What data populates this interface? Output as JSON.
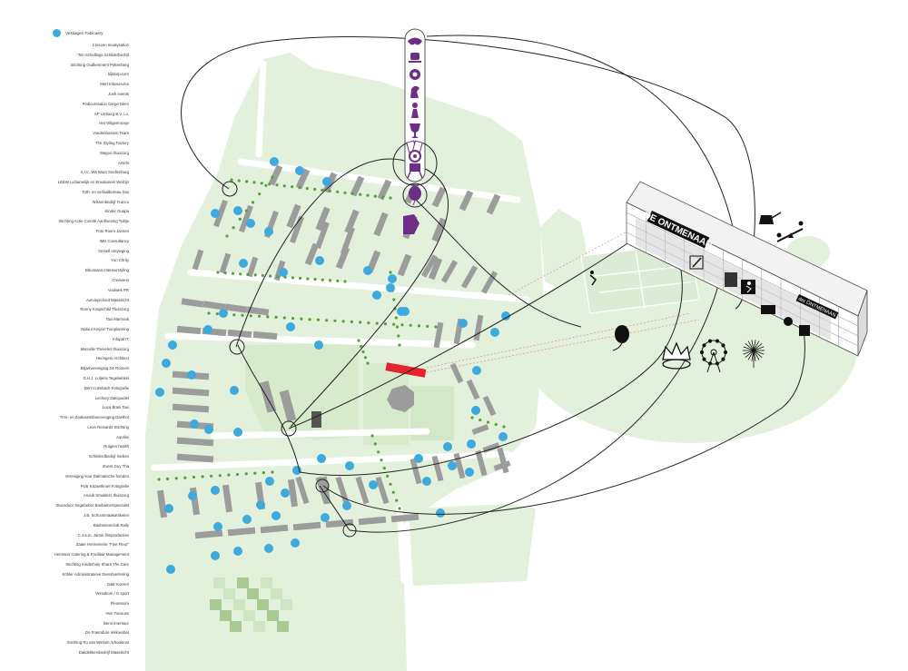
{
  "legend": {
    "marker_label": "Vestiagen Fabicasry",
    "marker_color": "#3ea9dc",
    "items": [
      "Crescen Inoutysation",
      "Ton Schellings Schilderbedrijf",
      "Stichting Oudkenment Pottenberg",
      "bijldorp.com",
      "Mert Inboservice",
      "Josh events",
      "Pedicuresalon Carpe Diem",
      "AP Limburg B.V. i.o.",
      "Het Wilgenroosje",
      "Voedenbossen Team",
      "The Styling Factory",
      "Magoo thuiszorg",
      "Artichi",
      "A.I.C. Wit Wum Snellenburg",
      "LEEW Lichamelijk en Emotioneel Welzijn",
      "Toth- en verfaalbureau Sax",
      "Wissenbedrijf Franco",
      "Kinder Guapa",
      "Stichting Actie Comité Aanfloesing Tuiltje",
      "Foto Roem Jansen",
      "IMS Consultancy",
      "Smoell omyleging",
      "Yun Chrity",
      "Bleomans interieurstyling",
      "Creaverin",
      "Voolwek PR",
      "Autoinpichoot Maastricht",
      "Ronny Krapschild Thuiszorg",
      "Taxi Marnouk",
      "Natuur Keijzer Tuinplanning",
      "Infopal IT",
      "Marcelle Thevelez thuiszorg",
      "Heringers Architect",
      "Biljartvereniging De Romein",
      "G.H.J. Lutjens Tegelwinkel",
      "Bert Colmbach Fotografie",
      "Lechory Zakcpodiel",
      "Luca Brasi Taxi",
      "Trim- en Zaaluseitsboervenging Daelhof",
      "Leon Reinards Stichting",
      "Aquilini",
      "Ruigers health",
      "Schilderdbedrijf Sieben",
      "Event Guy Tha",
      "Vereniging voor Dalmatische honden",
      "Piotr Kazaetkroel Fotografie",
      "Anouk Smulders thuiszorg",
      "Stucadoor Segebeber Banbamerspecialist",
      "J.B. Schoonmaakartikelen",
      "Badmintonclub Rally",
      "C.J.a.m. Jamin filmproducties",
      "Zaate Hermenerie \"Fine Fleur\"",
      "Hermans Catering & Facilitair Management",
      "Stichting Kinderhuly Share The Care",
      "Köhler Administratieve Dienstverlening",
      "G&E Koeren",
      "Versabom / G sport",
      "Fleuresom",
      "Hen Fanouss",
      "Bens Imentuur",
      "De Fraendure rekkoerbat",
      "Stichting Ro van Wielum Arbodienst",
      "Dakdekkersbedrijf Maastricht"
    ]
  },
  "map": {
    "building_label_main": "DE ONTMENAAN",
    "building_label_end": "der ONTMENAAN",
    "colors": {
      "park": "#e3f1dc",
      "park_dark": "#d2e8c8",
      "building": "#9c9c9c",
      "accent_purple": "#6d2f86",
      "highlight_red": "#e5232c",
      "tree": "#55a23a",
      "link": "#222222"
    },
    "icons": [
      "mask-icon",
      "cup-icon",
      "eye-icon",
      "chess-knight-icon",
      "chess-piece-icon",
      "trophy-icon",
      "cards-icon",
      "target-icon",
      "easel-icon",
      "balloon-icon",
      "balloon-icon",
      "crown-icon",
      "ferris-wheel-icon",
      "fireworks-icon",
      "bowling-icon",
      "watering-can-icon",
      "seesaw-icon"
    ]
  }
}
